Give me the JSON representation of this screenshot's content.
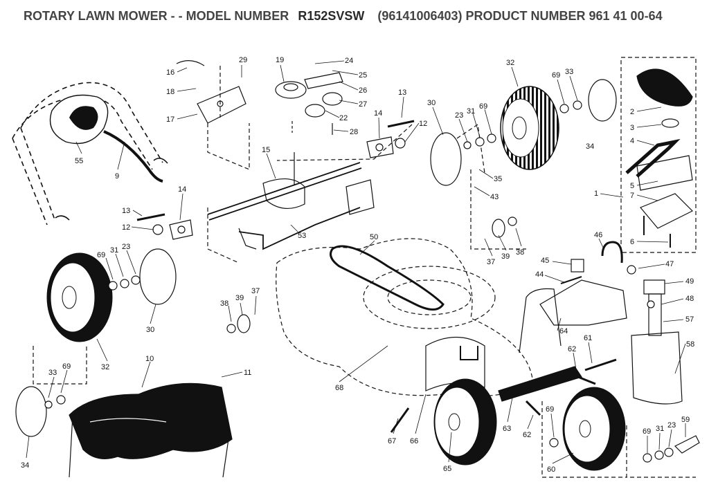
{
  "title": {
    "prefix": "ROTARY LAWN MOWER - - MODEL NUMBER",
    "model": "R152SVSW",
    "suffix": "(96141006403) PRODUCT NUMBER 961 41 00-64"
  },
  "callouts": [
    {
      "key": "c16",
      "text": "16"
    },
    {
      "key": "c18",
      "text": "18"
    },
    {
      "key": "c17",
      "text": "17"
    },
    {
      "key": "c29",
      "text": "29"
    },
    {
      "key": "c19",
      "text": "19"
    },
    {
      "key": "c24",
      "text": "24"
    },
    {
      "key": "c25",
      "text": "25"
    },
    {
      "key": "c26",
      "text": "26"
    },
    {
      "key": "c27",
      "text": "27"
    },
    {
      "key": "c22",
      "text": "22"
    },
    {
      "key": "c28",
      "text": "28"
    },
    {
      "key": "c13a",
      "text": "13"
    },
    {
      "key": "c14a",
      "text": "14"
    },
    {
      "key": "c12a",
      "text": "12"
    },
    {
      "key": "c30a",
      "text": "30"
    },
    {
      "key": "c23a",
      "text": "23"
    },
    {
      "key": "c31a",
      "text": "31"
    },
    {
      "key": "c69a",
      "text": "69"
    },
    {
      "key": "c32a",
      "text": "32"
    },
    {
      "key": "c69b",
      "text": "69"
    },
    {
      "key": "c33a",
      "text": "33"
    },
    {
      "key": "c34a",
      "text": "34"
    },
    {
      "key": "c55",
      "text": "55"
    },
    {
      "key": "c9",
      "text": "9"
    },
    {
      "key": "c15",
      "text": "15"
    },
    {
      "key": "c35",
      "text": "35"
    },
    {
      "key": "c43",
      "text": "43"
    },
    {
      "key": "c14b",
      "text": "14"
    },
    {
      "key": "c13b",
      "text": "13"
    },
    {
      "key": "c12b",
      "text": "12"
    },
    {
      "key": "c53",
      "text": "53"
    },
    {
      "key": "c50",
      "text": "50"
    },
    {
      "key": "c37a",
      "text": "37"
    },
    {
      "key": "c39a",
      "text": "39"
    },
    {
      "key": "c38a",
      "text": "38"
    },
    {
      "key": "c69c",
      "text": "69"
    },
    {
      "key": "c31b",
      "text": "31"
    },
    {
      "key": "c23b",
      "text": "23"
    },
    {
      "key": "c30b",
      "text": "30"
    },
    {
      "key": "c32b",
      "text": "32"
    },
    {
      "key": "c38b",
      "text": "38"
    },
    {
      "key": "c39b",
      "text": "39"
    },
    {
      "key": "c37b",
      "text": "37"
    },
    {
      "key": "c10",
      "text": "10"
    },
    {
      "key": "c11",
      "text": "11"
    },
    {
      "key": "c33b",
      "text": "33"
    },
    {
      "key": "c69d",
      "text": "69"
    },
    {
      "key": "c34b",
      "text": "34"
    },
    {
      "key": "c68",
      "text": "68"
    },
    {
      "key": "c45",
      "text": "45"
    },
    {
      "key": "c44",
      "text": "44"
    },
    {
      "key": "c46",
      "text": "46"
    },
    {
      "key": "c47",
      "text": "47"
    },
    {
      "key": "c49",
      "text": "49"
    },
    {
      "key": "c48",
      "text": "48"
    },
    {
      "key": "c57",
      "text": "57"
    },
    {
      "key": "c64",
      "text": "64"
    },
    {
      "key": "c62a",
      "text": "62"
    },
    {
      "key": "c61",
      "text": "61"
    },
    {
      "key": "c58",
      "text": "58"
    },
    {
      "key": "c67",
      "text": "67"
    },
    {
      "key": "c66",
      "text": "66"
    },
    {
      "key": "c65",
      "text": "65"
    },
    {
      "key": "c63",
      "text": "63"
    },
    {
      "key": "c62b",
      "text": "62"
    },
    {
      "key": "c69e",
      "text": "69"
    },
    {
      "key": "c60",
      "text": "60"
    },
    {
      "key": "c69f",
      "text": "69"
    },
    {
      "key": "c31c",
      "text": "31"
    },
    {
      "key": "c23c",
      "text": "23"
    },
    {
      "key": "c59",
      "text": "59"
    },
    {
      "key": "c2",
      "text": "2"
    },
    {
      "key": "c3",
      "text": "3"
    },
    {
      "key": "c4",
      "text": "4"
    },
    {
      "key": "c5",
      "text": "5"
    },
    {
      "key": "c7",
      "text": "7"
    },
    {
      "key": "c1",
      "text": "1"
    },
    {
      "key": "c6",
      "text": "6"
    }
  ]
}
